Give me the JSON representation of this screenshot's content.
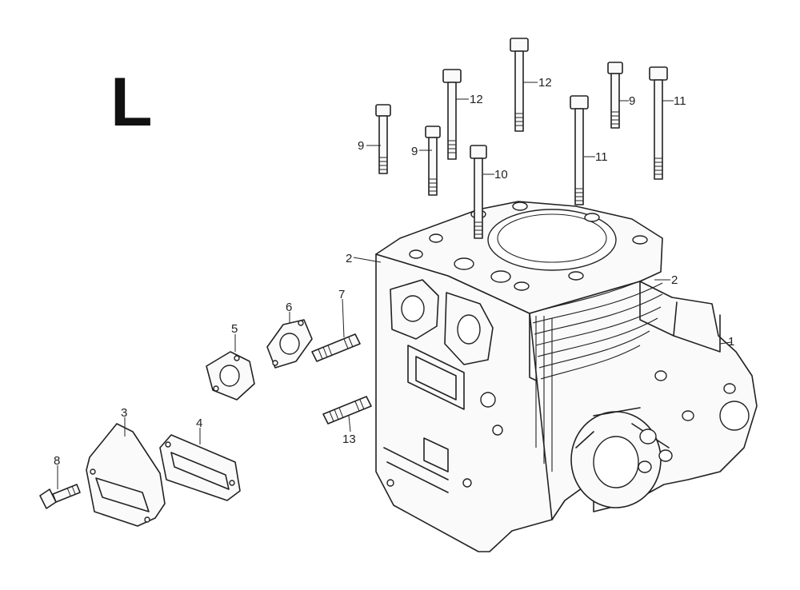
{
  "diagram": {
    "section_letter": "L",
    "callouts": [
      {
        "id": "c-1",
        "label": "1"
      },
      {
        "id": "c-2a",
        "label": "2"
      },
      {
        "id": "c-2b",
        "label": "2"
      },
      {
        "id": "c-3",
        "label": "3"
      },
      {
        "id": "c-4",
        "label": "4"
      },
      {
        "id": "c-5",
        "label": "5"
      },
      {
        "id": "c-6",
        "label": "6"
      },
      {
        "id": "c-7",
        "label": "7"
      },
      {
        "id": "c-8",
        "label": "8"
      },
      {
        "id": "c-9a",
        "label": "9"
      },
      {
        "id": "c-9b",
        "label": "9"
      },
      {
        "id": "c-9c",
        "label": "9"
      },
      {
        "id": "c-10",
        "label": "10"
      },
      {
        "id": "c-11a",
        "label": "11"
      },
      {
        "id": "c-11b",
        "label": "11"
      },
      {
        "id": "c-12a",
        "label": "12"
      },
      {
        "id": "c-12b",
        "label": "12"
      },
      {
        "id": "c-13",
        "label": "13"
      }
    ]
  }
}
